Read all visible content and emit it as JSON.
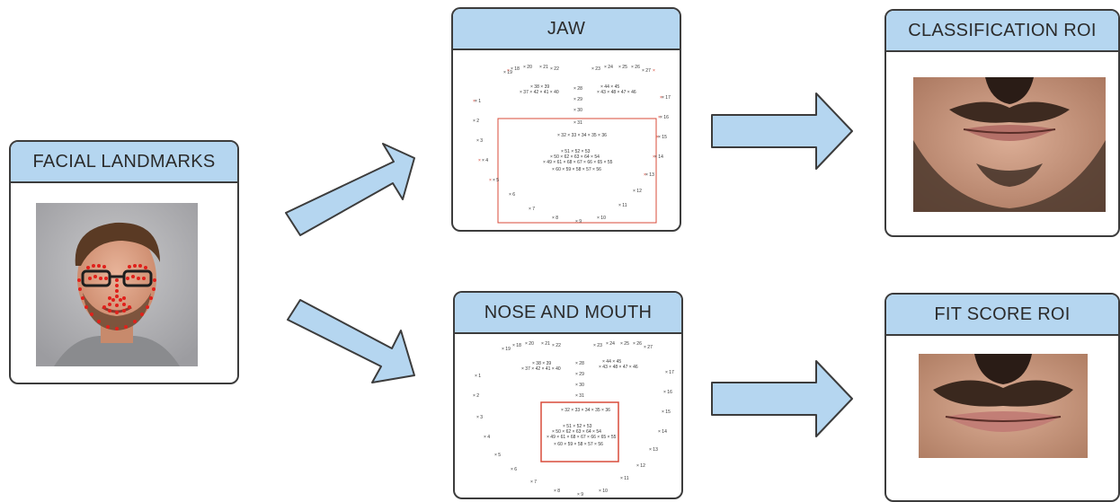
{
  "panels": {
    "facial_landmarks": {
      "title": "FACIAL LANDMARKS"
    },
    "jaw": {
      "title": "JAW"
    },
    "classification_roi": {
      "title": "CLASSIFICATION  ROI"
    },
    "nose_mouth": {
      "title": "NOSE AND MOUTH"
    },
    "fit_score_roi": {
      "title": "FIT SCORE ROI"
    }
  },
  "colors": {
    "header_fill": "#b5d6f0",
    "arrow_fill": "#b5d6f0",
    "border": "#3c3c3c",
    "roi_box": "#d84b3a",
    "landmark_dot": "#e0201b"
  }
}
